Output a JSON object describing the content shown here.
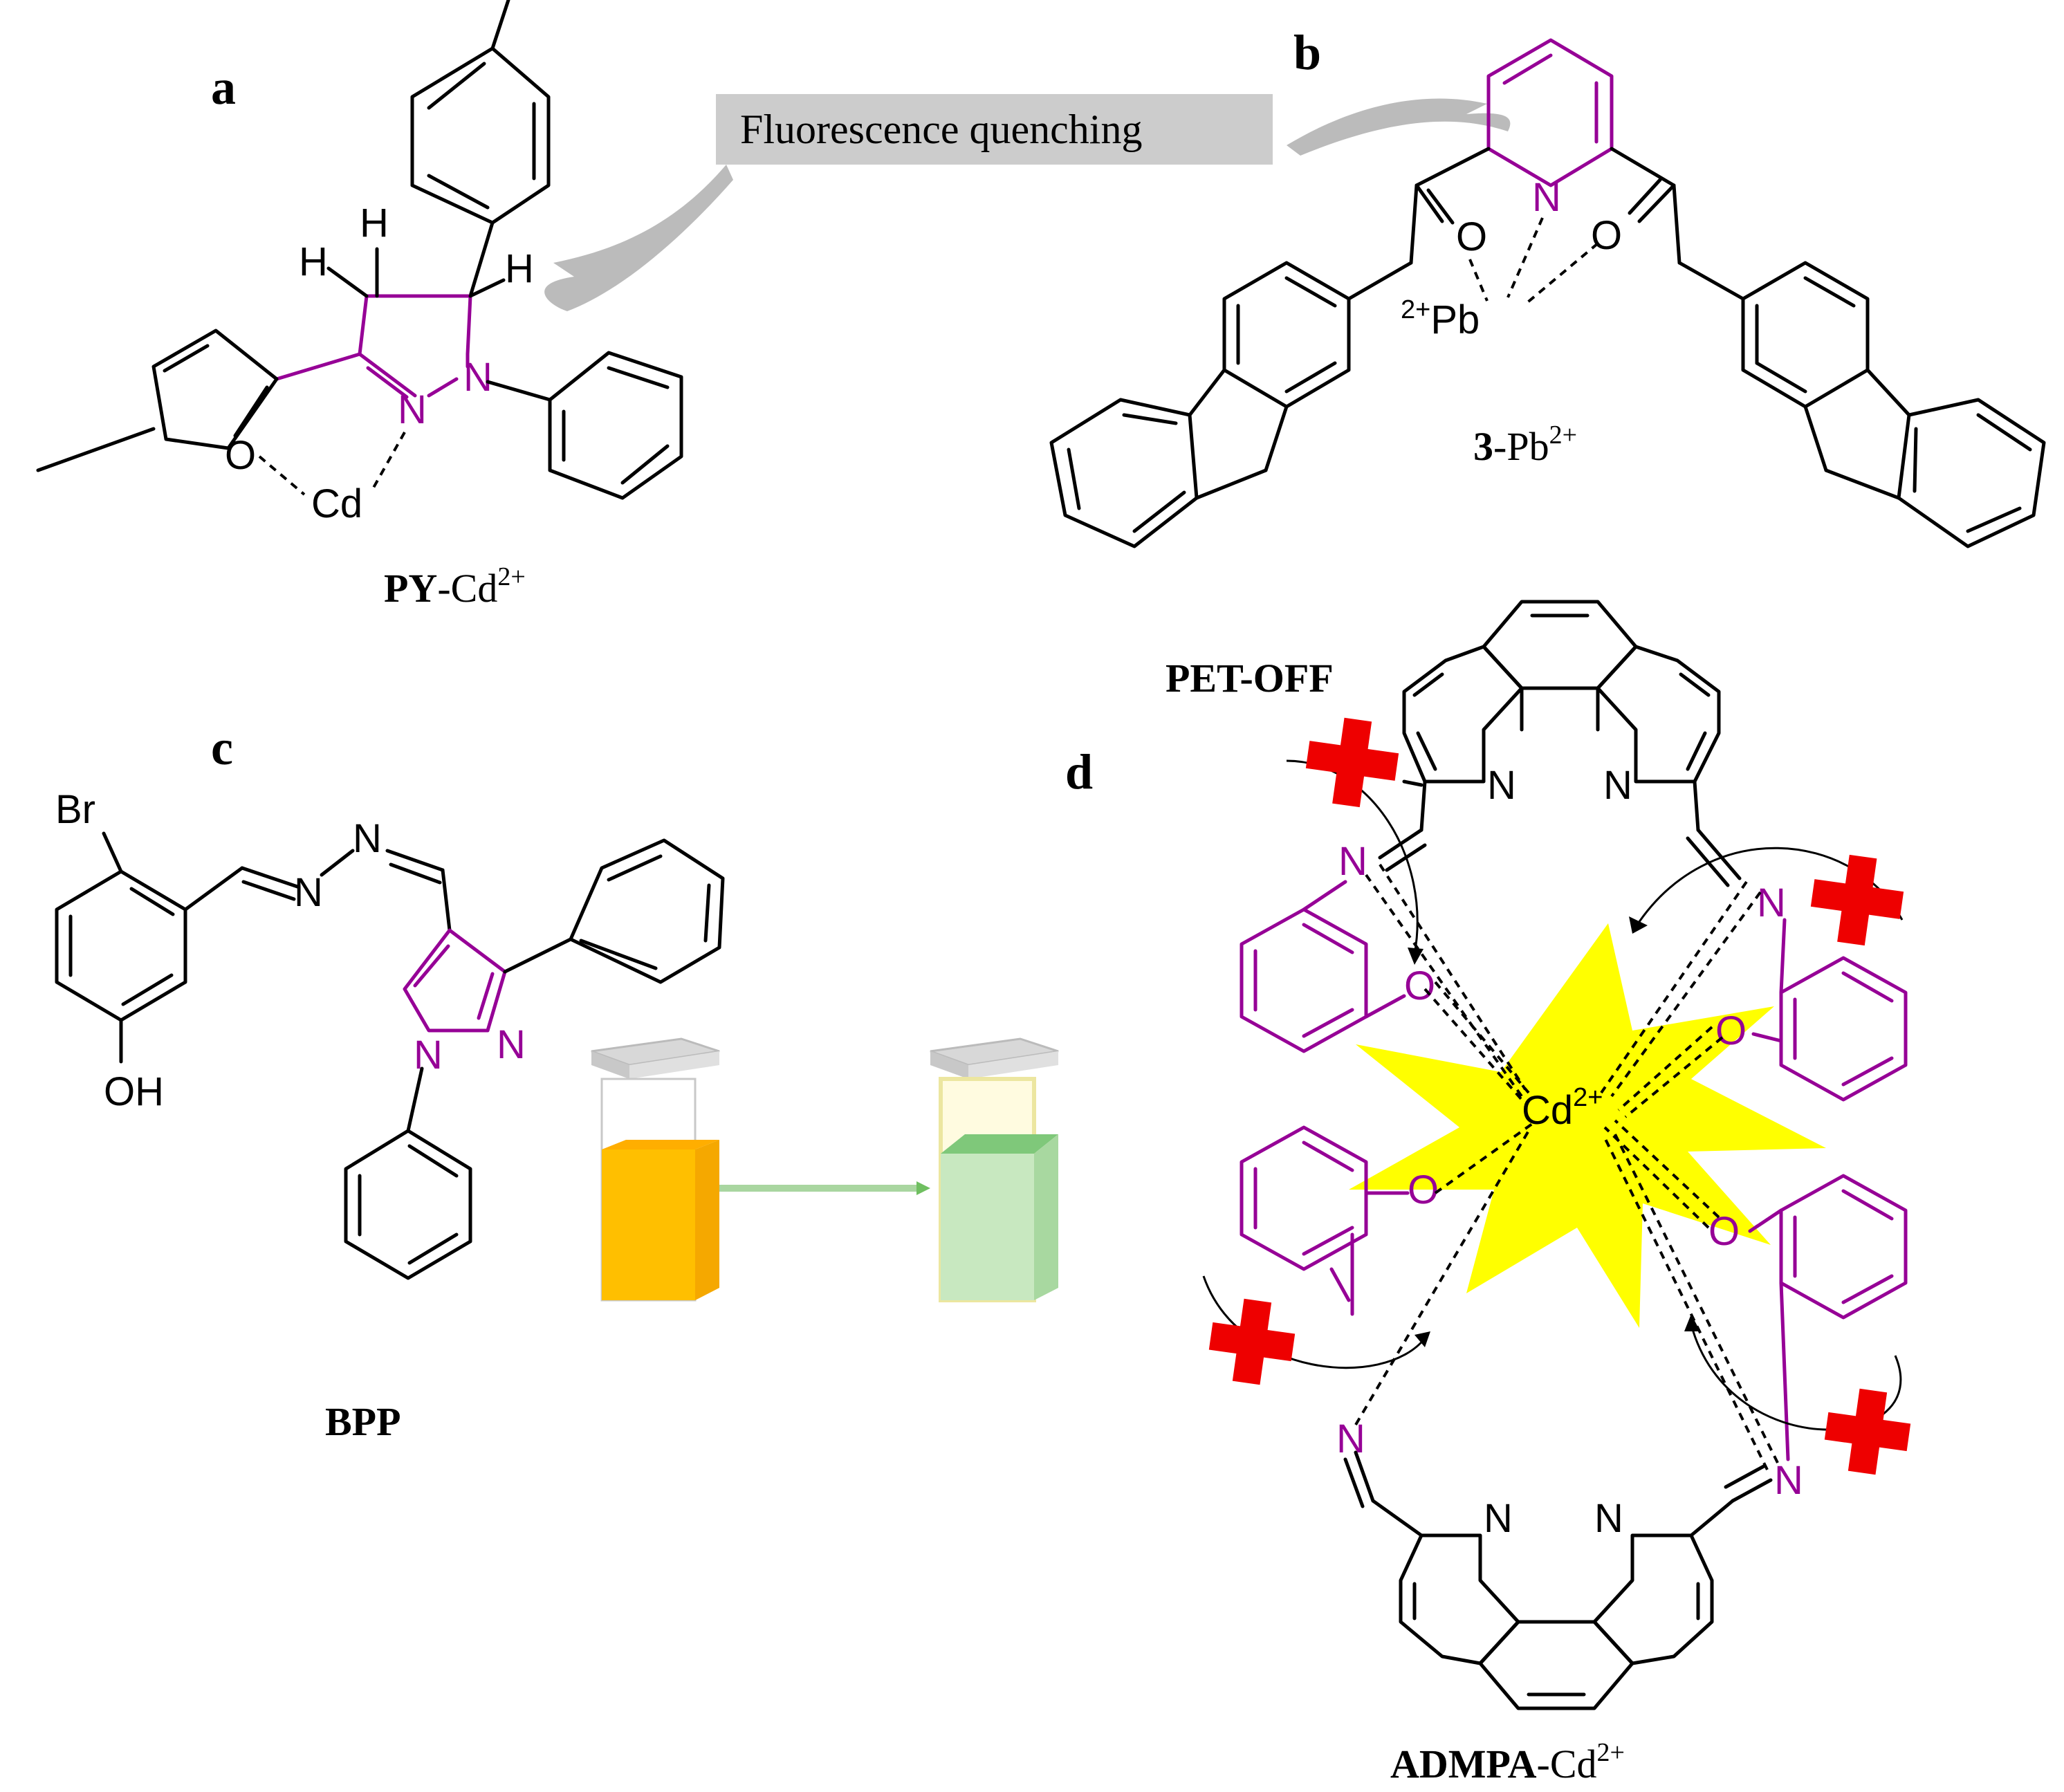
{
  "panels": {
    "a": {
      "letter": "a",
      "name_bold": "PY",
      "name_rest": "-Cd",
      "charge": "2+",
      "atoms": {
        "H1": "H",
        "H2": "H",
        "H3": "H",
        "O": "O",
        "Cd": "Cd",
        "N1": "N",
        "N2": "N"
      }
    },
    "b": {
      "letter": "b",
      "name_bold": "3",
      "name_rest": "-Pb",
      "charge": "2+",
      "atoms": {
        "N": "N",
        "O1": "O",
        "O2": "O",
        "Pb": "Pb",
        "Pb_charge": "2+"
      }
    },
    "c": {
      "letter": "c",
      "name": "BPP",
      "atoms": {
        "Br": "Br",
        "OH": "OH",
        "N1": "N",
        "N2": "N",
        "N3": "N",
        "N4": "N"
      }
    },
    "d": {
      "letter": "d",
      "mechanism": "PET-OFF",
      "name_bold": "ADMPA",
      "name_rest": "-Cd",
      "charge": "2+",
      "metal": "Cd",
      "metal_charge": "2+",
      "atoms": {
        "N": "N",
        "O": "O"
      }
    }
  },
  "banner": {
    "text": "Fluorescence quenching"
  },
  "colors": {
    "purple": "#960096",
    "yellow_star": "#ffff00",
    "red_cross": "#ee0000",
    "banner_gray": "#cccccc",
    "vial_yellow": "#ffbf00",
    "vial_green": "#a8d8a0"
  }
}
